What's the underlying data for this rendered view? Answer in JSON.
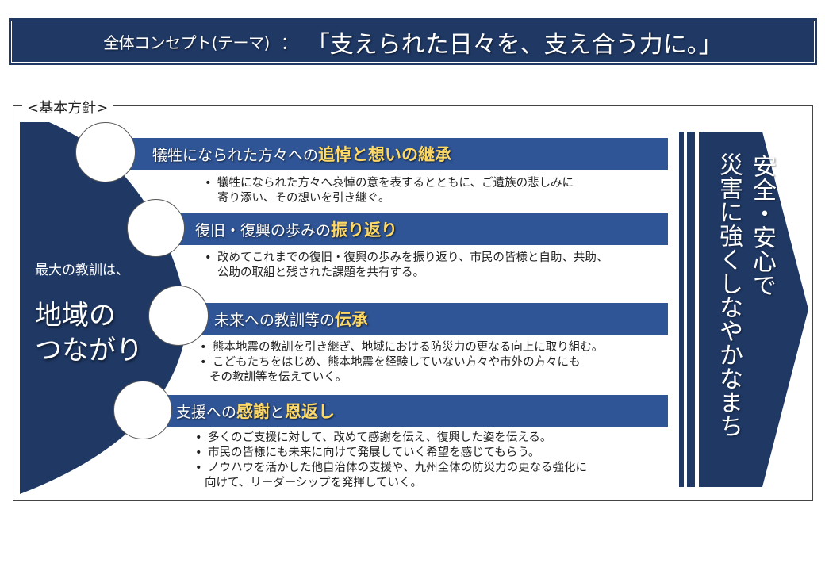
{
  "header": {
    "label": "全体コンセプト(テーマ)",
    "separator": "：",
    "theme": "「支えられた日々を、支え合う力に。」"
  },
  "policy": {
    "frame_label": "<基本方針>",
    "left_panel": {
      "lead": "最大の教訓は、",
      "key_line1": "地域の",
      "key_line2": "つながり"
    },
    "items": [
      {
        "title_plain": "犠牲になられた方々への",
        "title_highlight": "追悼と想いの継承",
        "bullets": [
          {
            "line1": "犠牲になられた方々へ哀悼の意を表するとともに、ご遺族の悲しみに",
            "line2": "寄り添い、その想いを引き継ぐ。"
          }
        ]
      },
      {
        "title_plain": "復旧・復興の歩みの",
        "title_highlight": "振り返り",
        "bullets": [
          {
            "line1": "改めてこれまでの復旧・復興の歩みを振り返り、市民の皆様と自助、共助、",
            "line2": "公助の取組と残された課題を共有する。"
          }
        ]
      },
      {
        "title_plain": "未来への教訓等の",
        "title_highlight": "伝承",
        "bullets": [
          {
            "line1": "熊本地震の教訓を引き継ぎ、地域における防災力の更なる向上に取り組む。",
            "line2": ""
          },
          {
            "line1": "こどもたちをはじめ、熊本地震を経験していない方々や市外の方々にも",
            "line2": "その教訓等を伝えていく。"
          }
        ]
      },
      {
        "title_plain": "支援への",
        "title_highlight": "感謝",
        "title_mid": "と",
        "title_highlight2": "恩返し",
        "bullets": [
          {
            "line1": "多くのご支援に対して、改めて感謝を伝え、復興した姿を伝える。",
            "line2": ""
          },
          {
            "line1": "市民の皆様にも未来に向けて発展していく希望を感じてもらう。",
            "line2": ""
          },
          {
            "line1": "ノウハウを活かした他自治体の支援や、九州全体の防災力の更なる強化に",
            "line2": "向けて、リーダーシップを発揮していく。"
          }
        ]
      }
    ],
    "goal": {
      "col_right": "安全・安心で",
      "col_left": "災害に強くしなやかなまち"
    }
  },
  "colors": {
    "navy": "#1f3864",
    "bar_blue": "#2f5597",
    "highlight_gold": "#ffd966"
  }
}
